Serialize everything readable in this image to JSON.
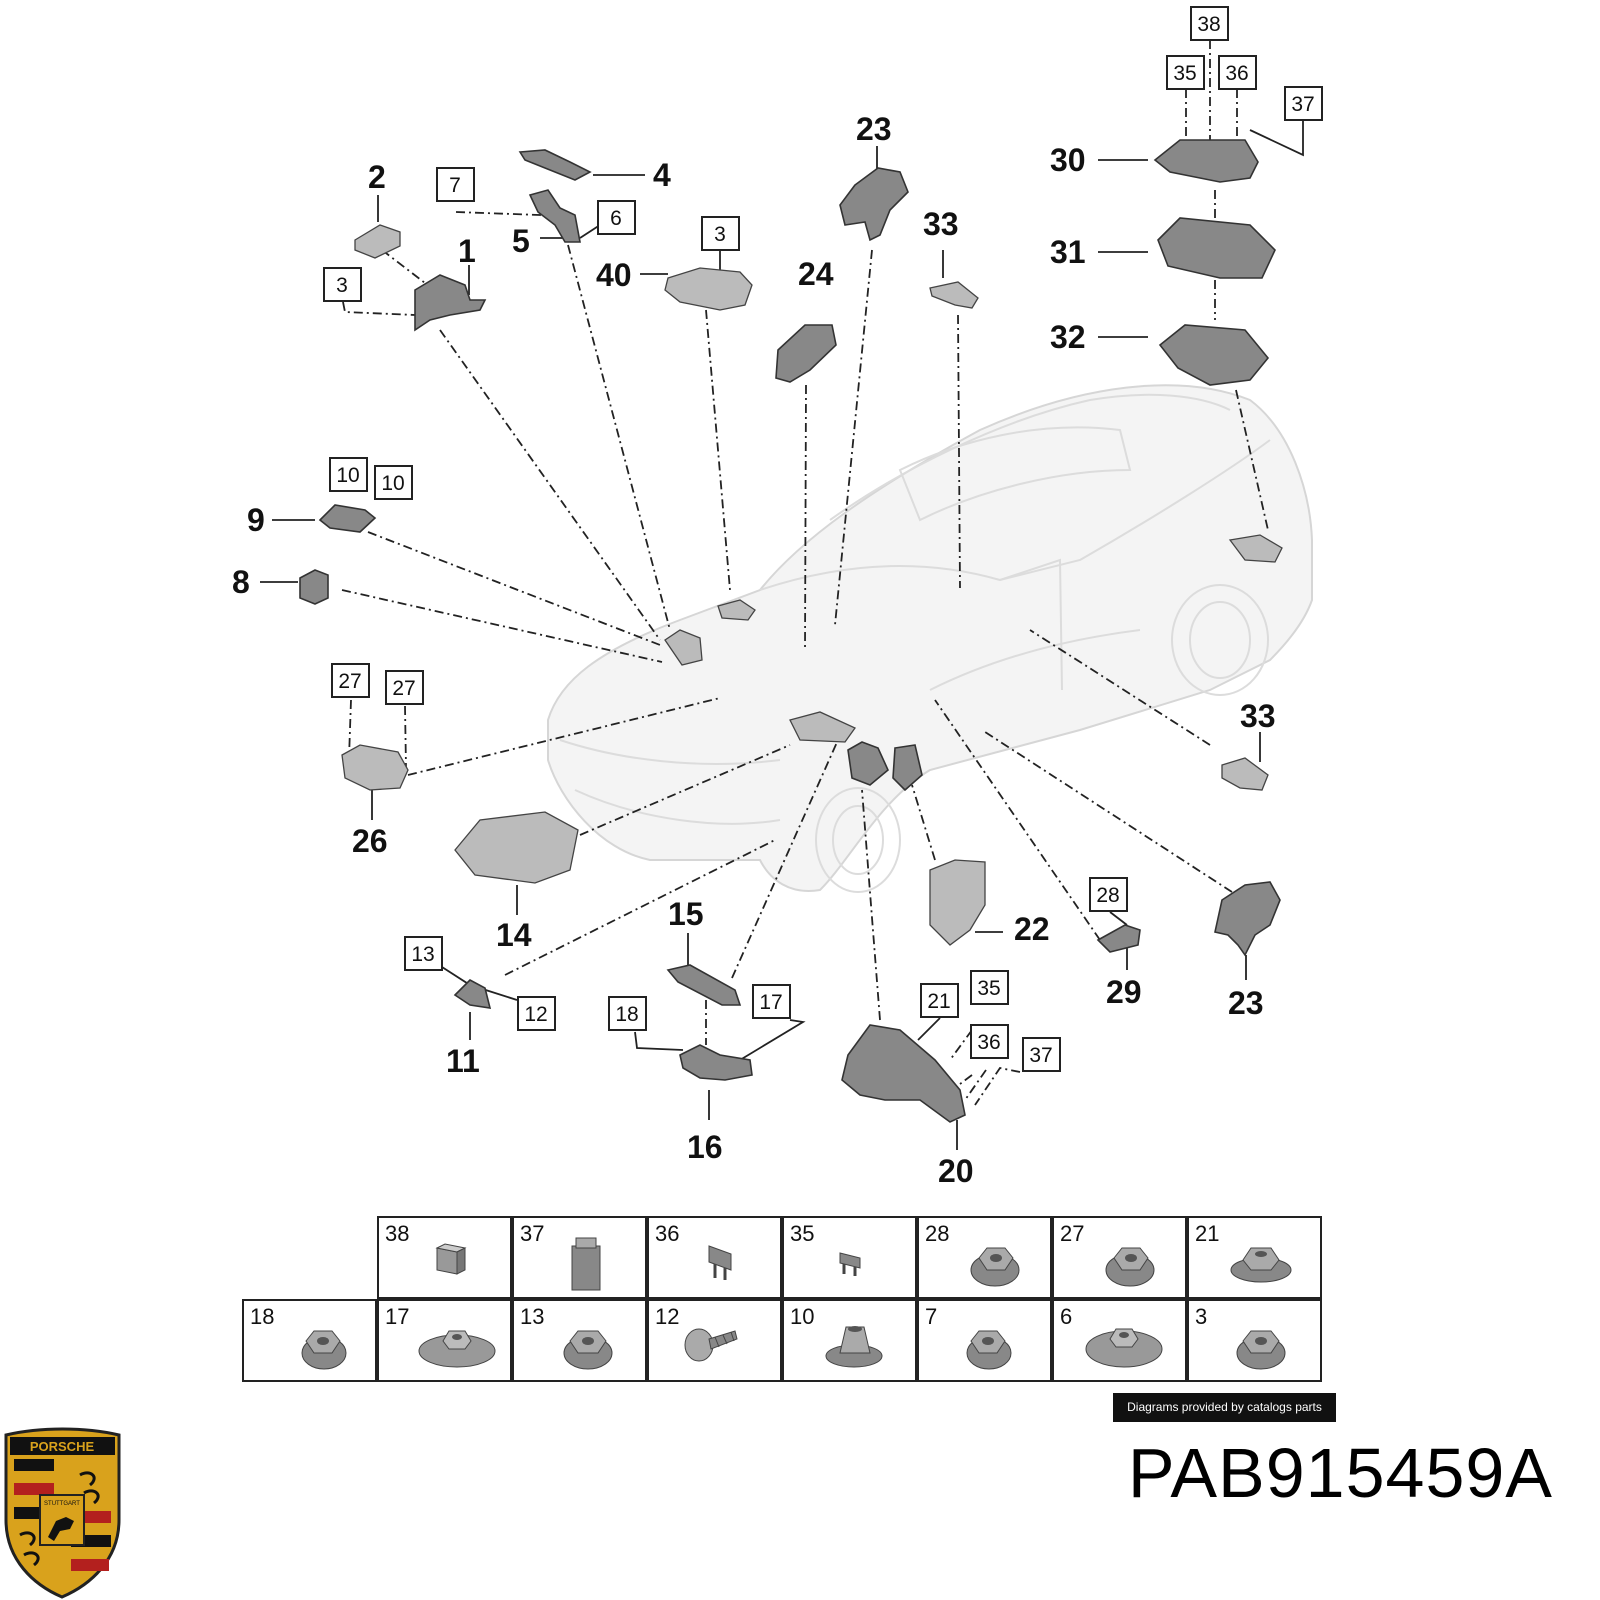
{
  "diagram": {
    "callouts": {
      "c1": "1",
      "c2": "2",
      "c4": "4",
      "c5": "5",
      "c8": "8",
      "c9": "9",
      "c11": "11",
      "c14": "14",
      "c15": "15",
      "c16": "16",
      "c20": "20",
      "c22": "22",
      "c23a": "23",
      "c23b": "23",
      "c24": "24",
      "c26": "26",
      "c29": "29",
      "c30": "30",
      "c31": "31",
      "c32": "32",
      "c33a": "33",
      "c33b": "33",
      "c40": "40"
    },
    "boxed": {
      "b3a": "3",
      "b3b": "3",
      "b6": "6",
      "b7": "7",
      "b10a": "10",
      "b10b": "10",
      "b12": "12",
      "b13": "13",
      "b17": "17",
      "b18": "18",
      "b21": "21",
      "b27a": "27",
      "b27b": "27",
      "b28": "28",
      "b35a": "35",
      "b35b": "35",
      "b36a": "36",
      "b36b": "36",
      "b37a": "37",
      "b37b": "37",
      "b38": "38"
    }
  },
  "parts_table": {
    "row1": [
      "38",
      "37",
      "36",
      "35",
      "28",
      "27",
      "21"
    ],
    "row2": [
      "18",
      "17",
      "13",
      "12",
      "10",
      "7",
      "6",
      "3"
    ]
  },
  "credit": "Diagrams provided by catalogs parts",
  "part_number": "PAB915459A",
  "logo": {
    "brand_text": "PORSCHE",
    "city_text": "STUTTGART",
    "colors": {
      "gold": "#d9a21c",
      "red": "#b3201e",
      "black": "#111111"
    }
  }
}
